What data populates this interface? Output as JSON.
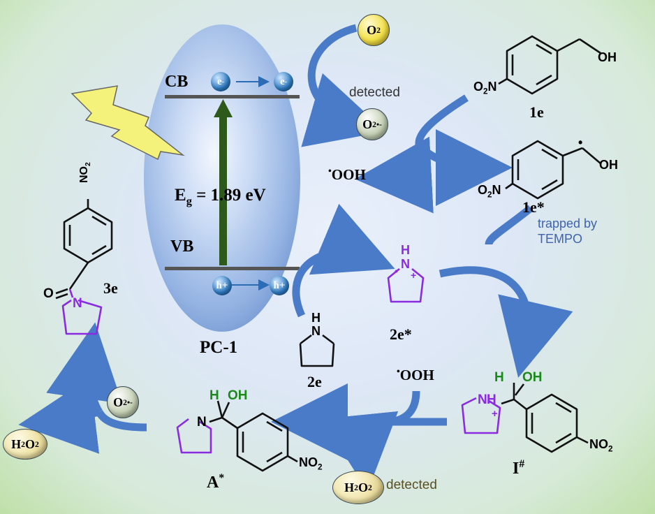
{
  "semiconductor": {
    "cb_label": "CB",
    "vb_label": "VB",
    "bandgap_E": "E",
    "bandgap_sub": "g",
    "bandgap_value": "= 1.89 eV",
    "name": "PC-1",
    "electron": "e",
    "electron_charge": "-",
    "hole": "h+"
  },
  "species": {
    "o2": "O",
    "o2_sub": "2",
    "superoxide": "O",
    "superoxide_sub": "2",
    "superoxide_charge": "•-",
    "ooh_dot": "•",
    "ooh": "OOH",
    "h2o2_h": "H",
    "h2o2_sub1": "2",
    "h2o2_o": "O",
    "h2o2_sub2": "2"
  },
  "annotations": {
    "detected_top": "detected",
    "detected_bottom": "detected",
    "trapped_line1": "trapped by",
    "trapped_line2": "TEMPO"
  },
  "compounds": {
    "c1e": "1e",
    "c1e_star": "1e*",
    "c2e": "2e",
    "c2e_star": "2e*",
    "c3e": "3e",
    "intermediate_I": "I",
    "intermediate_I_sup": "#",
    "intermediate_A": "A",
    "intermediate_A_sup": "*"
  },
  "atoms": {
    "OH": "OH",
    "O2N": "O",
    "O2N_sub": "2",
    "N": "N",
    "NO2": "NO",
    "NO2_sub": "2",
    "H": "H",
    "O": "O",
    "N_plus": "+",
    "N_radical": "•"
  },
  "colors": {
    "arrow_blue": "#4a7bc8",
    "band_arrow_green": "#2d5a1a",
    "purple": "#8a2be2",
    "green_H": "#1a8a1a"
  }
}
